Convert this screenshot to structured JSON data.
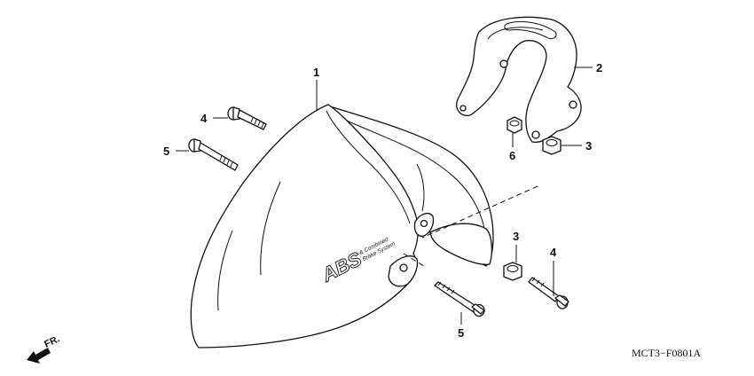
{
  "diagram": {
    "drawing_code": "MCT3−F0801A",
    "direction_marker": "FR.",
    "decal": {
      "logo": "ABS",
      "line1": "& Combined",
      "line2": "Brake System"
    },
    "callouts": [
      {
        "id": "c1",
        "label": "1"
      },
      {
        "id": "c2",
        "label": "2"
      },
      {
        "id": "c3a",
        "label": "3"
      },
      {
        "id": "c3b",
        "label": "3"
      },
      {
        "id": "c4a",
        "label": "4"
      },
      {
        "id": "c4b",
        "label": "4"
      },
      {
        "id": "c5a",
        "label": "5"
      },
      {
        "id": "c5b",
        "label": "5"
      },
      {
        "id": "c6",
        "label": "6"
      }
    ]
  }
}
